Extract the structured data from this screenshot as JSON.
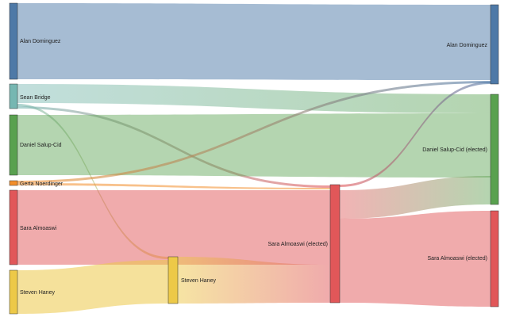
{
  "nodes": [
    {
      "id": "alan_src",
      "label": "Alan Dominguez",
      "color": "#4e79a7"
    },
    {
      "id": "sean_src",
      "label": "Sean Bridge",
      "color": "#76b7b2"
    },
    {
      "id": "daniel_src",
      "label": "Daniel Salup-Cid",
      "color": "#59a14f"
    },
    {
      "id": "gerta_src",
      "label": "Gerta Noerdinger",
      "color": "#f28e2b"
    },
    {
      "id": "sara_src",
      "label": "Sara Almoaswi",
      "color": "#e15759"
    },
    {
      "id": "steven_src",
      "label": "Steven Haney",
      "color": "#edc948"
    },
    {
      "id": "steven_mid",
      "label": "Steven Haney",
      "color": "#edc948"
    },
    {
      "id": "sara_mid",
      "label": "Sara Almoaswi (elected)",
      "color": "#e15759"
    },
    {
      "id": "alan_dst",
      "label": "Alan Dominguez",
      "color": "#4e79a7"
    },
    {
      "id": "daniel_dst",
      "label": "Daniel Salup-Cid (elected)",
      "color": "#59a14f"
    },
    {
      "id": "sara_dst",
      "label": "Sara Almoaswi (elected)",
      "color": "#e15759"
    }
  ]
}
